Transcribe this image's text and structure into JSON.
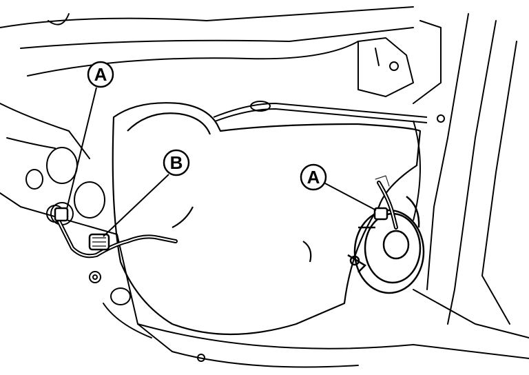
{
  "callouts": [
    {
      "id": "A1",
      "label": "A"
    },
    {
      "id": "B",
      "label": "B"
    },
    {
      "id": "A2",
      "label": "A"
    }
  ],
  "colors": {
    "line": "#000000",
    "background": "#ffffff",
    "shading": "#d9d9d9"
  }
}
